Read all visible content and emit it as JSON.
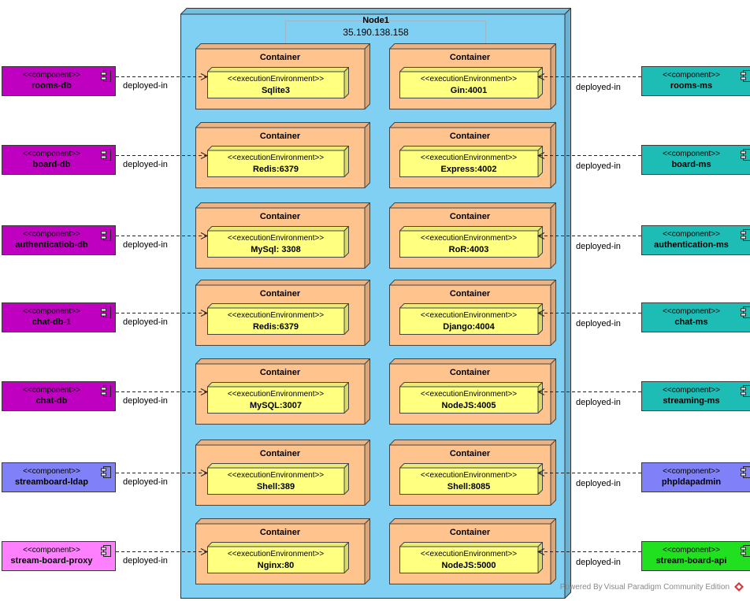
{
  "node": {
    "title": "Node1",
    "ip": "35.190.138.158"
  },
  "colors": {
    "node_fill": "#7fd0f3",
    "container_fill": "#ffc38e",
    "env_fill": "#ffff80",
    "db_component": "#c000c0",
    "ms_component": "#1dbcb5",
    "ldap_component": "#8080f8",
    "proxy_component": "#ff80ff",
    "api_component": "#20e020"
  },
  "container_label": "Container",
  "env_stereotype": "<<executionEnvironment>>",
  "component_stereotype": "<<component>>",
  "link_label": "deployed-in",
  "rows": [
    {
      "left_env": "Sqlite3",
      "right_env": "Gin:4001",
      "left_component": "rooms-db",
      "right_component": "rooms-ms",
      "left_type": "db",
      "right_type": "ms"
    },
    {
      "left_env": "Redis:6379",
      "right_env": "Express:4002",
      "left_component": "board-db",
      "right_component": "board-ms",
      "left_type": "db",
      "right_type": "ms"
    },
    {
      "left_env": "MySql: 3308",
      "right_env": "RoR:4003",
      "left_component": "authenticatiob-db",
      "right_component": "authentication-ms",
      "left_type": "db",
      "right_type": "ms"
    },
    {
      "left_env": "Redis:6379",
      "right_env": "Django:4004",
      "left_component": "chat-db-1",
      "right_component": "chat-ms",
      "left_type": "db",
      "right_type": "ms"
    },
    {
      "left_env": "MySQL:3007",
      "right_env": "NodeJS:4005",
      "left_component": "chat-db",
      "right_component": "streaming-ms",
      "left_type": "db",
      "right_type": "ms"
    },
    {
      "left_env": "Shell:389",
      "right_env": "Shell:8085",
      "left_component": "streamboard-ldap",
      "right_component": "phpldapadmin",
      "left_type": "ldap",
      "right_type": "ldap"
    },
    {
      "left_env": "Nginx:80",
      "right_env": "NodeJS:5000",
      "left_component": "stream-board-proxy",
      "right_component": "stream-board-api",
      "left_type": "proxy",
      "right_type": "api"
    }
  ],
  "watermark": "Powered By Visual Paradigm Community Edition"
}
